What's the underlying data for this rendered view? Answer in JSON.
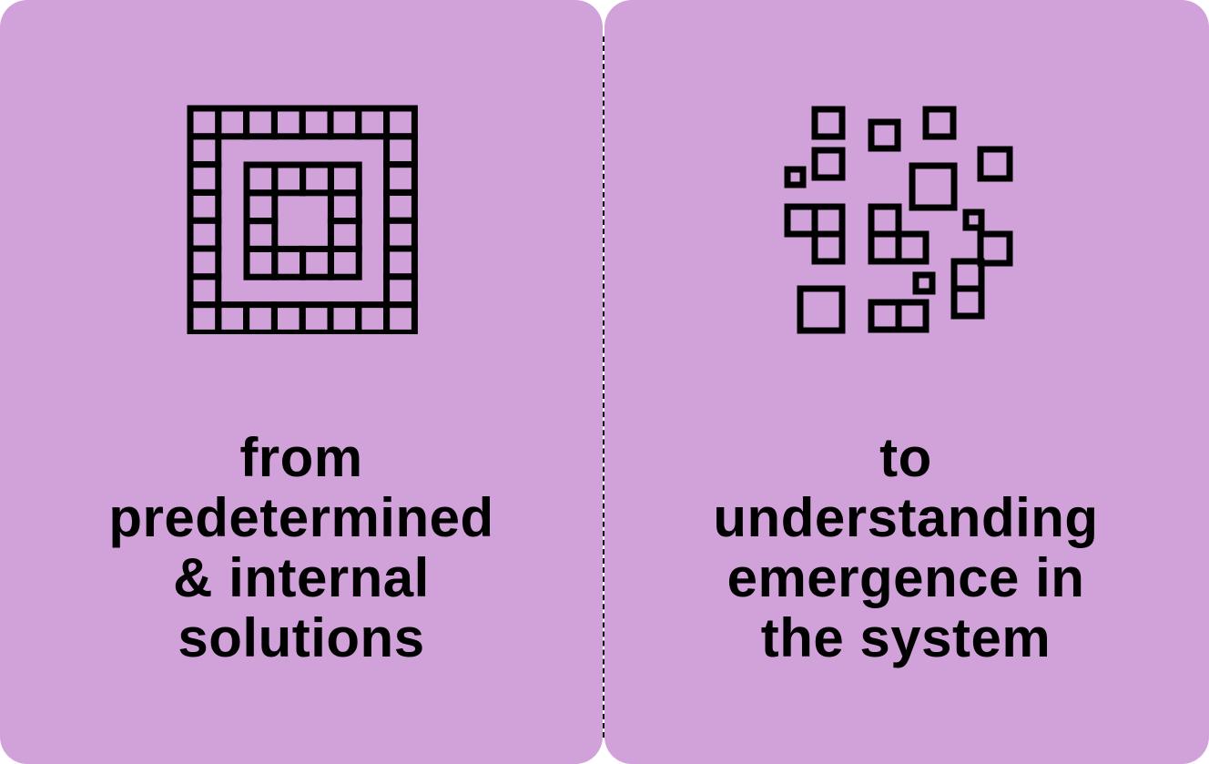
{
  "colors": {
    "card_background": "#d1a1d9",
    "stroke": "#000000",
    "divider": "#111111"
  },
  "left": {
    "icon": "concentric-grid-icon",
    "lines": [
      "from",
      "predetermined",
      "& internal",
      "solutions"
    ]
  },
  "right": {
    "icon": "scattered-squares-icon",
    "lines": [
      "to",
      "understanding",
      "emergence in",
      "the system"
    ]
  }
}
